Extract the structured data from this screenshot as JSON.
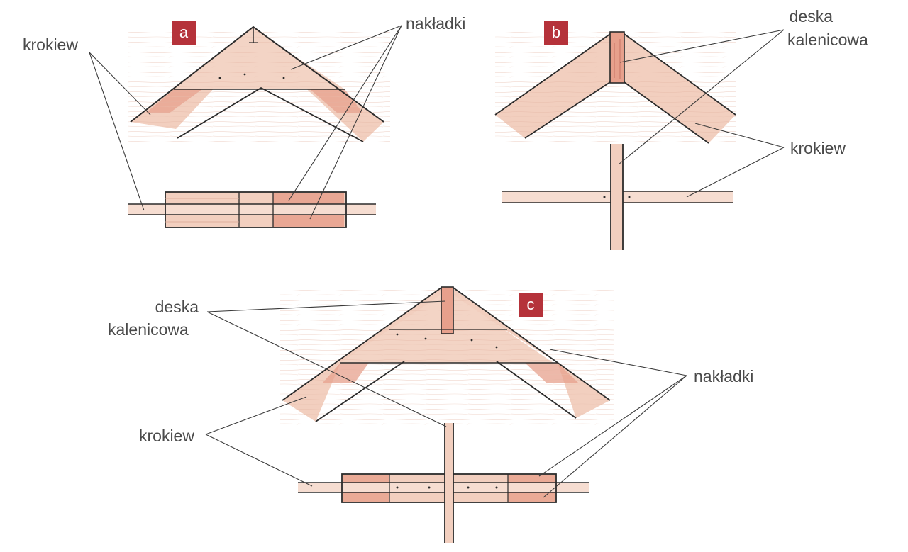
{
  "colors": {
    "badge": "#b5323a",
    "wood": "#f2cfbf",
    "wood_light": "#f6ddd1",
    "overlay": "#e7a08c",
    "overlay_dark": "#de8d78",
    "ink": "#2b2b2b",
    "leader": "#3a3a3a",
    "label": "#4a4a4a"
  },
  "panels": {
    "a": {
      "badge": "a",
      "labels": {
        "rafter": "krokiew",
        "plates": "nakładki"
      }
    },
    "b": {
      "badge": "b",
      "labels": {
        "ridge_board_1": "deska",
        "ridge_board_2": "kalenicowa",
        "rafter": "krokiew"
      }
    },
    "c": {
      "badge": "c",
      "labels": {
        "ridge_board_1": "deska",
        "ridge_board_2": "kalenicowa",
        "rafter": "krokiew",
        "plates": "nakładki"
      }
    }
  }
}
